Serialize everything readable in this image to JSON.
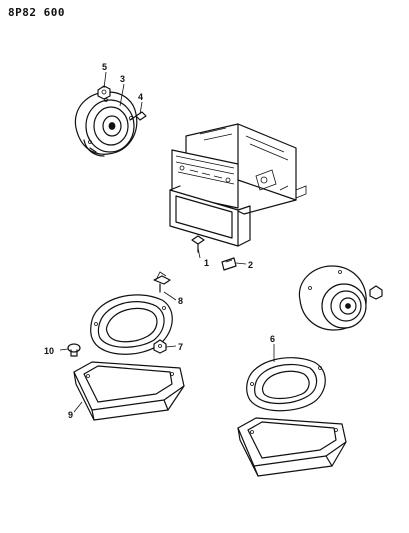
{
  "sheet": {
    "code": "8P82  600"
  },
  "callouts": [
    {
      "id": "c1",
      "label": "1"
    },
    {
      "id": "c2",
      "label": "2"
    },
    {
      "id": "c3",
      "label": "3"
    },
    {
      "id": "c4",
      "label": "4"
    },
    {
      "id": "c5",
      "label": "5"
    },
    {
      "id": "c6",
      "label": "6"
    },
    {
      "id": "c7",
      "label": "7"
    },
    {
      "id": "c8",
      "label": "8"
    },
    {
      "id": "c9",
      "label": "9"
    },
    {
      "id": "c10",
      "label": "10"
    }
  ]
}
